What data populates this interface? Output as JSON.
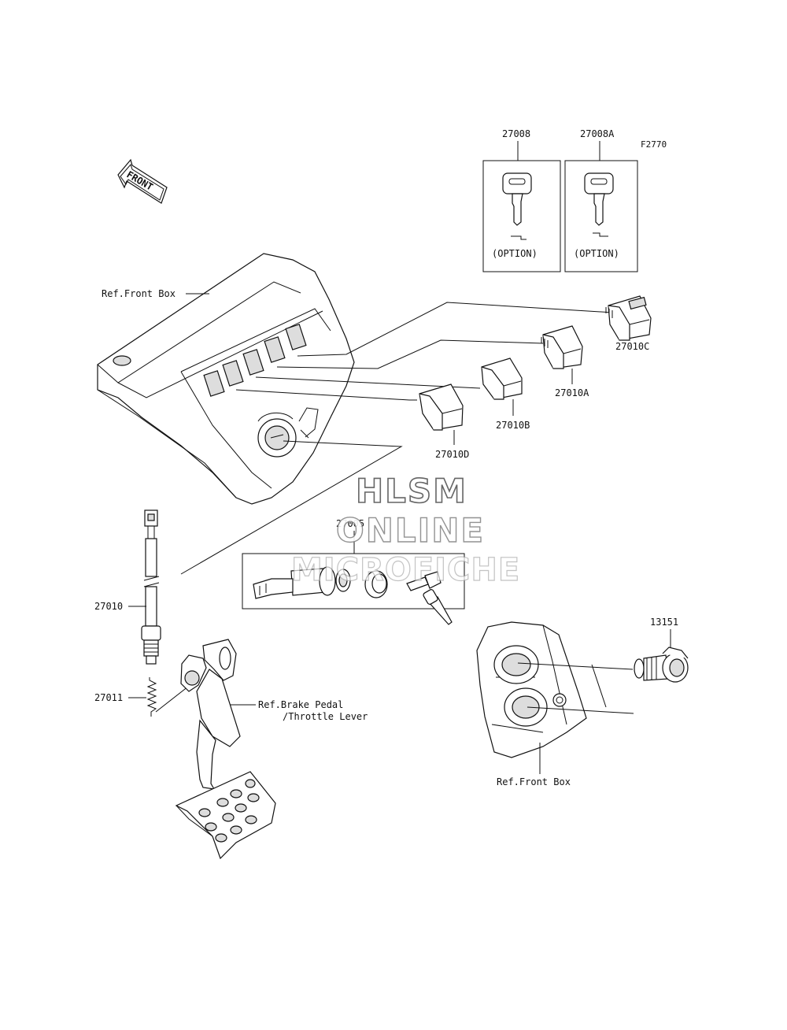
{
  "figure_code": "F2770",
  "front_arrow": "FRONT",
  "part_numbers": {
    "key_a": "27008",
    "key_b": "27008A",
    "switch_c": "27010C",
    "switch_a": "27010A",
    "switch_b": "27010B",
    "switch_d": "27010D",
    "ignition": "27005",
    "brake_switch": "27010",
    "spring": "27011",
    "socket": "13151"
  },
  "option_label_a": "(OPTION)",
  "option_label_b": "(OPTION)",
  "references": {
    "front_box_top": "Ref.Front Box",
    "brake_pedal_line1": "Ref.Brake Pedal",
    "brake_pedal_line2": "/Throttle Lever",
    "front_box_bottom": "Ref.Front Box"
  },
  "watermark": {
    "line1": "HLSM",
    "line2": "ONLINE",
    "line3": "MICROFICHE"
  }
}
